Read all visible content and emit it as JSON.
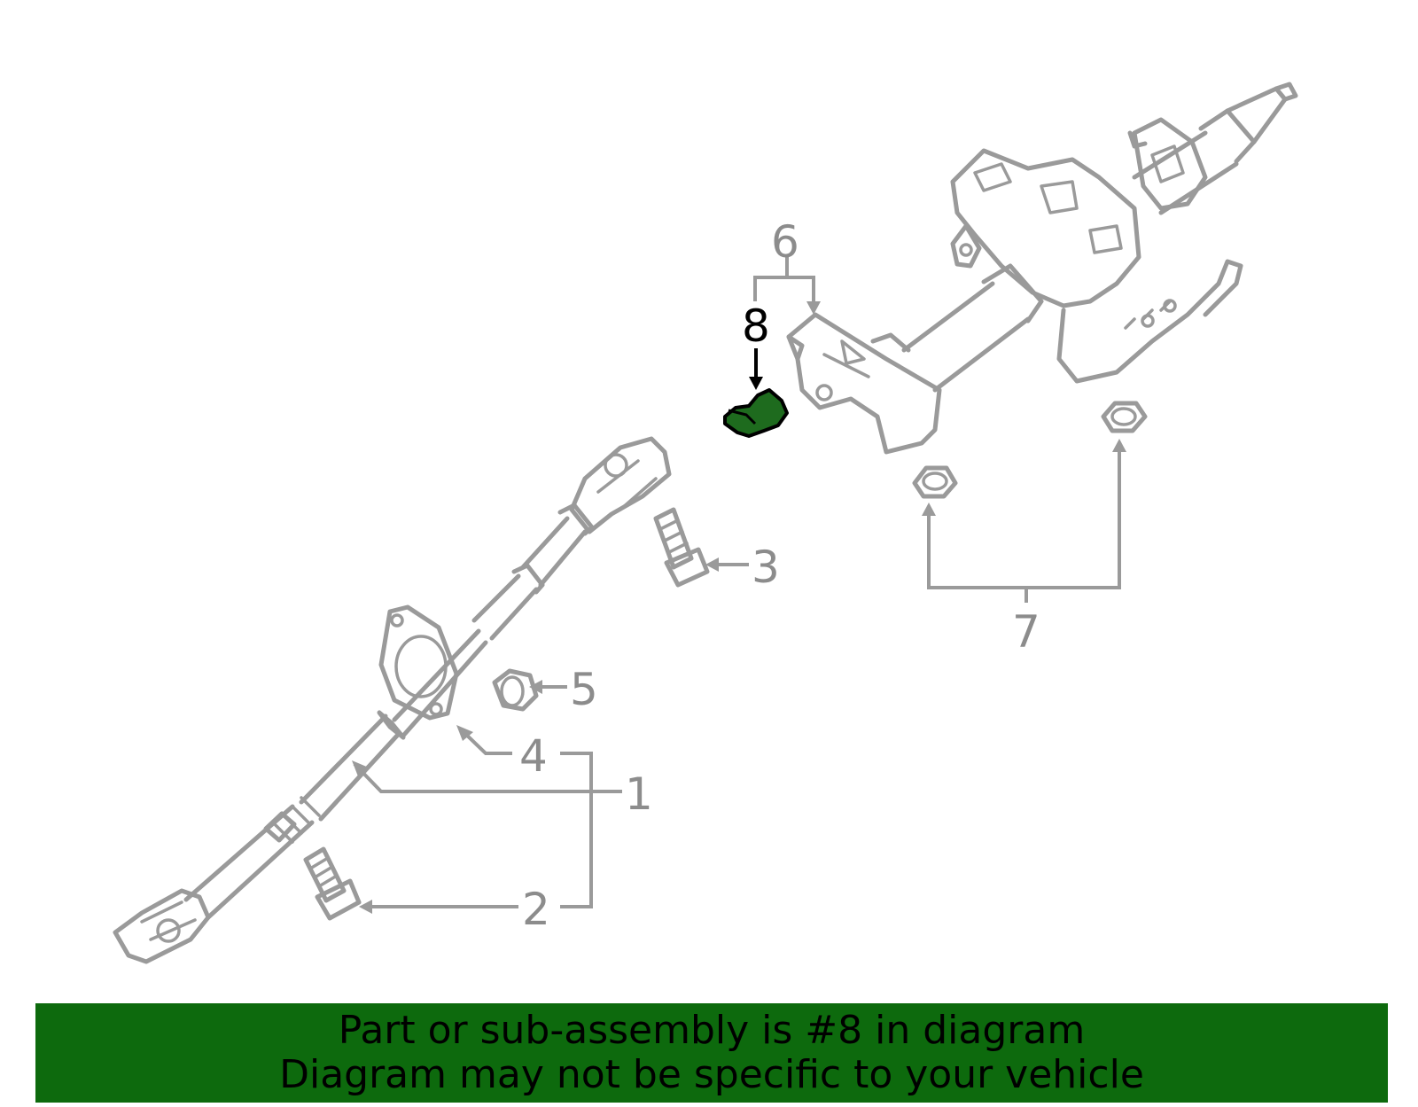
{
  "callouts": [
    {
      "id": "1",
      "label": "1",
      "highlighted": false
    },
    {
      "id": "2",
      "label": "2",
      "highlighted": false
    },
    {
      "id": "3",
      "label": "3",
      "highlighted": false
    },
    {
      "id": "4",
      "label": "4",
      "highlighted": false
    },
    {
      "id": "5",
      "label": "5",
      "highlighted": false
    },
    {
      "id": "6",
      "label": "6",
      "highlighted": false
    },
    {
      "id": "7",
      "label": "7",
      "highlighted": false
    },
    {
      "id": "8",
      "label": "8",
      "highlighted": true
    }
  ],
  "colors": {
    "line_art": "#9a9a9a",
    "highlight_part": "#1e6b1e",
    "banner_background": "#0d6a0d",
    "banner_text": "#000000",
    "highlight_label": "#000000"
  },
  "banner": {
    "line1": "Part or sub-assembly is #8 in diagram",
    "line2": "Diagram may not be specific to your vehicle"
  }
}
